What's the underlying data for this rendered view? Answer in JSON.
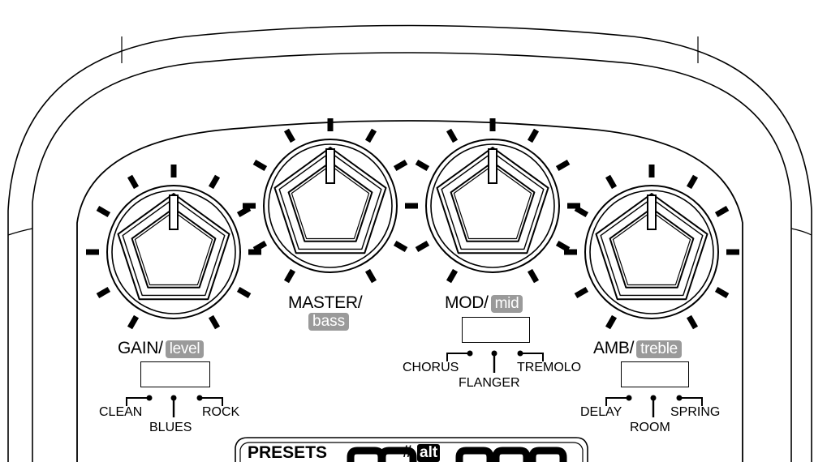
{
  "knobs": {
    "gain": {
      "name": "GAIN/",
      "tag": "level"
    },
    "master": {
      "name": "MASTER/",
      "tag": "bass"
    },
    "mod": {
      "name": "MOD/",
      "tag": "mid"
    },
    "amb": {
      "name": "AMB/",
      "tag": "treble"
    }
  },
  "gain_modes": [
    "CLEAN",
    "BLUES",
    "ROCK"
  ],
  "mod_modes": [
    "CHORUS",
    "FLANGER",
    "TREMOLO"
  ],
  "amb_modes": [
    "DELAY",
    "ROOM",
    "SPRING"
  ],
  "display": {
    "presets_label": "PRESETS",
    "sharp": "#",
    "alt_label": "alt"
  }
}
